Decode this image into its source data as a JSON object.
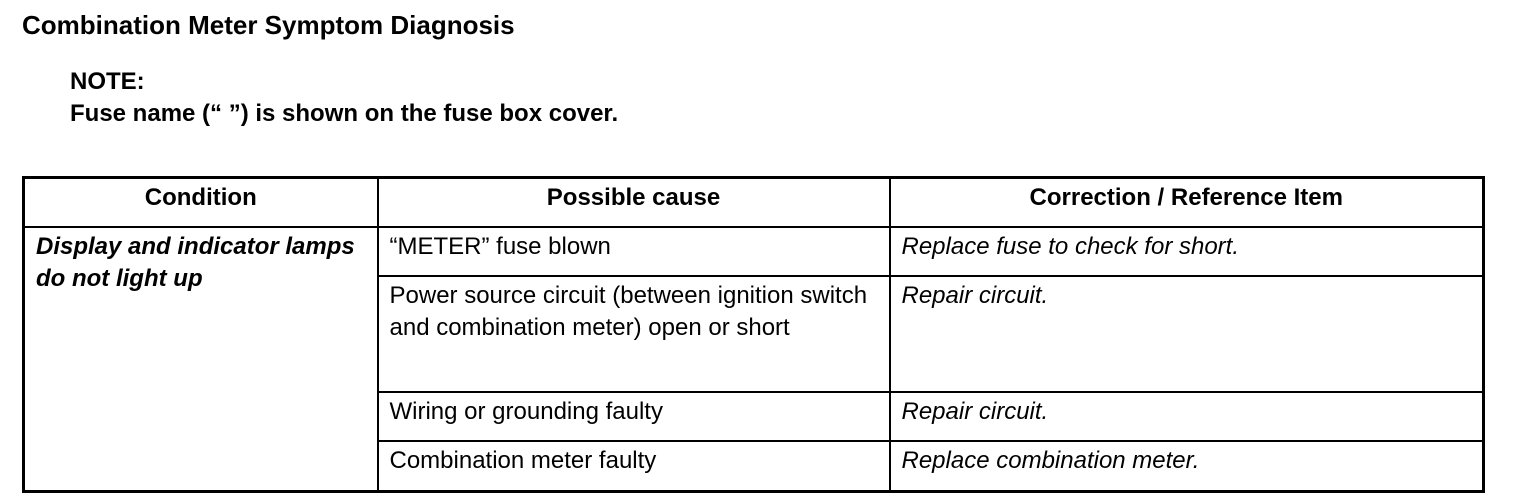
{
  "document": {
    "title": "Combination Meter Symptom Diagnosis",
    "note_label": "NOTE:",
    "note_text": "Fuse name (“ ”) is shown on the fuse box cover."
  },
  "table": {
    "headers": [
      "Condition",
      "Possible cause",
      "Correction / Reference Item"
    ],
    "condition": "Display and indicator lamps do not light up",
    "rows": [
      {
        "cause": "“METER” fuse blown",
        "correction": "Replace fuse to check for short."
      },
      {
        "cause": "Power source circuit (between ignition switch and combination meter) open or short",
        "correction": "Repair circuit."
      },
      {
        "cause": "Wiring or grounding faulty",
        "correction": "Repair circuit."
      },
      {
        "cause": "Combination meter faulty",
        "correction": "Replace combination meter."
      }
    ]
  }
}
